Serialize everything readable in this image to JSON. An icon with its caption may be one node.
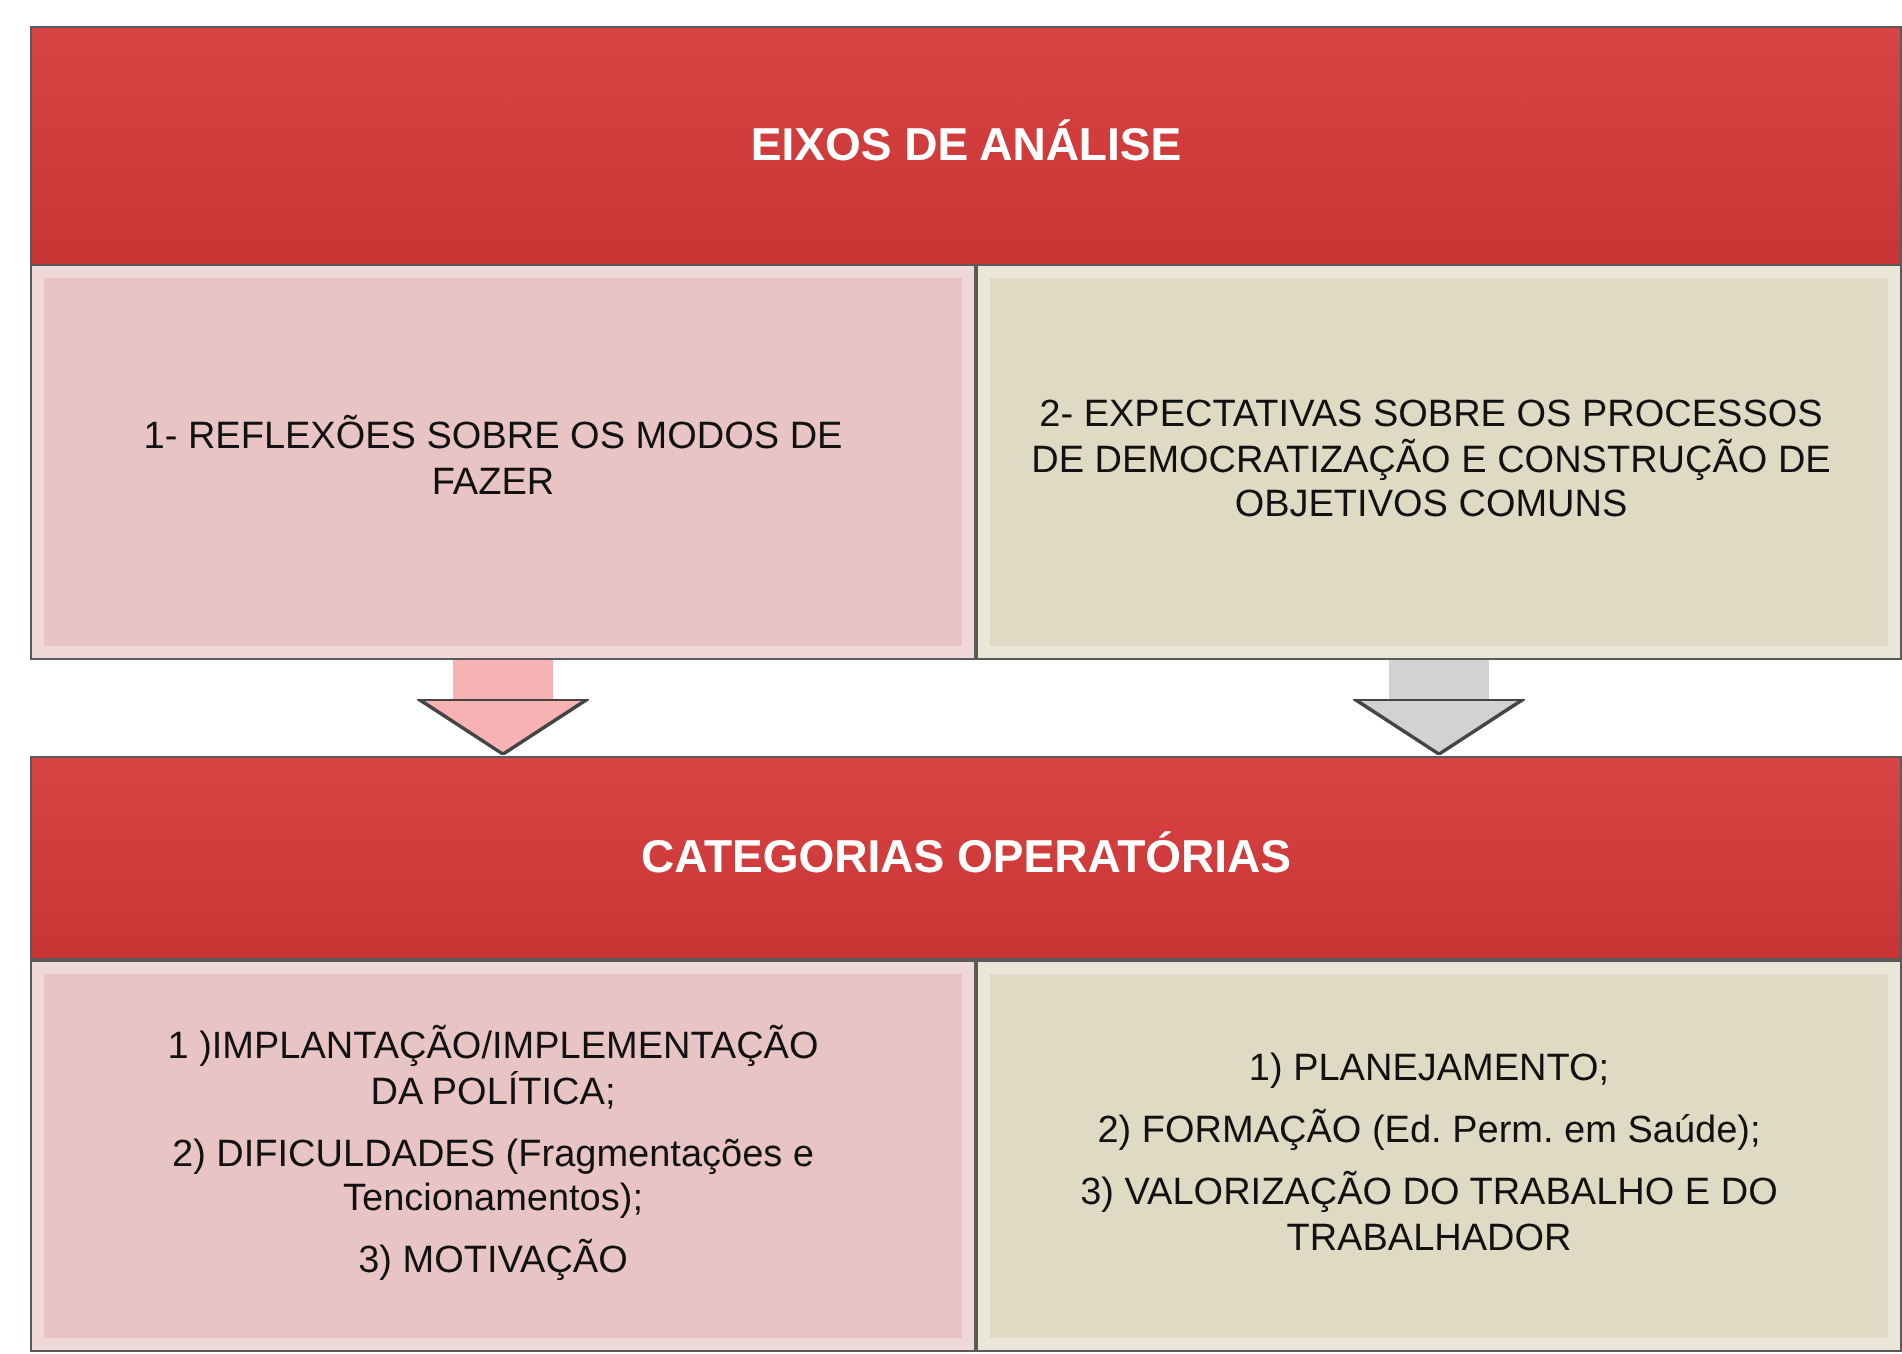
{
  "diagram": {
    "nodes": [
      {
        "text": [
          "EIXOS DE ANÁLISE"
        ]
      },
      {
        "text": [
          "1- REFLEXÕES SOBRE OS MODOS DE FAZER"
        ]
      },
      {
        "text": [
          "2- EXPECTATIVAS SOBRE OS PROCESSOS DE DEMOCRATIZAÇÃO E CONSTRUÇÃO DE OBJETIVOS COMUNS"
        ]
      },
      {
        "text": [
          "CATEGORIAS OPERATÓRIAS"
        ]
      },
      {
        "text": [
          "1 )IMPLANTAÇÃO/IMPLEMENTAÇÃO DA POLÍTICA;",
          "2) DIFICULDADES (Fragmentações e Tencionamentos);",
          "3) MOTIVAÇÃO"
        ]
      },
      {
        "text": [
          "1) PLANEJAMENTO;",
          "2) FORMAÇÃO (Ed. Perm. em Saúde);",
          "3) VALORIZAÇÃO DO TRABALHO E DO TRABALHADOR"
        ]
      }
    ],
    "edges": [
      {
        "from": 1,
        "to": 3,
        "arrow": "to",
        "color": "#f7b3b3"
      },
      {
        "from": 2,
        "to": 3,
        "arrow": "to",
        "color": "#d2d2d2"
      }
    ]
  }
}
